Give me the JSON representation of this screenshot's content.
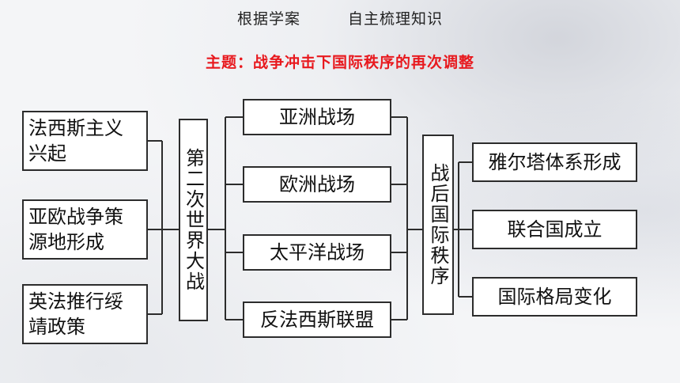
{
  "header": {
    "left": "根据学案",
    "right": "自主梳理知识"
  },
  "topic": "主题：战争冲击下国际秩序的再次调整",
  "causes": [
    "法西斯主义兴起",
    "亚欧战争策源地形成",
    "英法推行绥靖政策"
  ],
  "war": "第二次世界大战",
  "battlefields": [
    "亚洲战场",
    "欧洲战场",
    "太平洋战场",
    "反法西斯联盟"
  ],
  "postwar": "战后国际秩序",
  "results": [
    "雅尔塔体系形成",
    "联合国成立",
    "国际格局变化"
  ]
}
